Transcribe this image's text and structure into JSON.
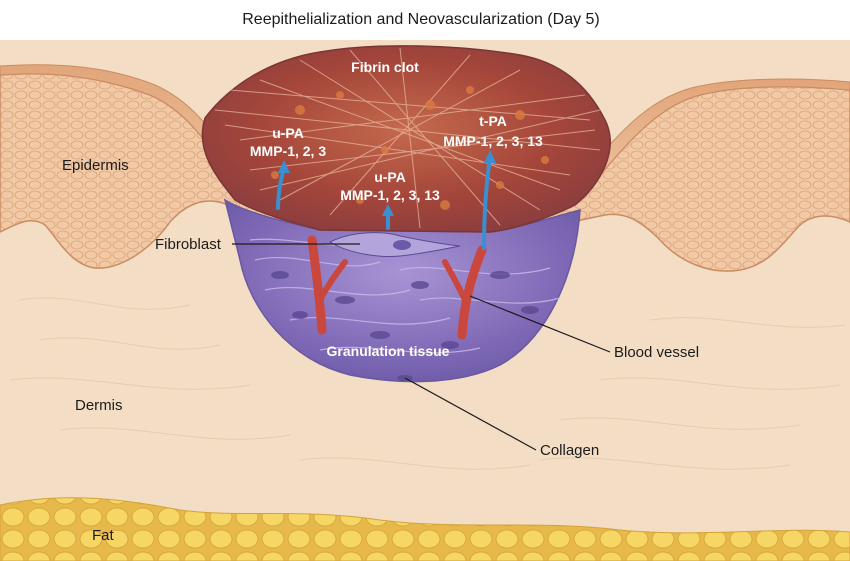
{
  "title": "Reepithelialization and Neovascularization (Day 5)",
  "labels": {
    "fibrin_clot": "Fibrin clot",
    "upa_left": "u-PA",
    "mmp_left": "MMP-1, 2, 3",
    "upa_center": "u-PA",
    "mmp_center": "MMP-1, 2, 3, 13",
    "tpa_right": "t-PA",
    "mmp_right": "MMP-1, 2, 3, 13",
    "epidermis": "Epidermis",
    "fibroblast": "Fibroblast",
    "granulation_tissue": "Granulation tissue",
    "blood_vessel": "Blood vessel",
    "dermis": "Dermis",
    "collagen": "Collagen",
    "fat": "Fat"
  },
  "colors": {
    "dermis": "#f3ddc4",
    "epidermis": "#e9b98f",
    "clot": "#a8473a",
    "granulation": "#8a73bd",
    "vessel": "#c9473c",
    "fat": "#f2cf55",
    "arrow": "#3a8fd0"
  }
}
